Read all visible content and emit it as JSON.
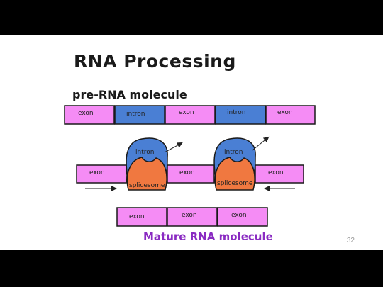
{
  "title": "RNA Processing",
  "pre_rna_label": "pre-RNA molecule",
  "mature_label": "Mature RNA molecule",
  "page_number": "32",
  "colors": {
    "exon": "#f58cf5",
    "intron": "#4a7fd4",
    "spliceosome": "#f07840",
    "mature_text": "#8a2bc2"
  },
  "pre_rna": {
    "segments": [
      {
        "type": "exon",
        "label": "exon"
      },
      {
        "type": "intron",
        "label": "intron"
      },
      {
        "type": "exon",
        "label": "exon"
      },
      {
        "type": "intron",
        "label": "intron"
      },
      {
        "type": "exon",
        "label": "exon"
      }
    ]
  },
  "splicing": {
    "exons": [
      "exon",
      "exon",
      "exon"
    ],
    "loops": [
      {
        "intron_label": "intron",
        "spliceosome_label": "splicesome"
      },
      {
        "intron_label": "intron",
        "spliceosome_label": "splicesome"
      }
    ]
  },
  "mature_rna": {
    "segments": [
      "exon",
      "exon",
      "exon"
    ]
  }
}
